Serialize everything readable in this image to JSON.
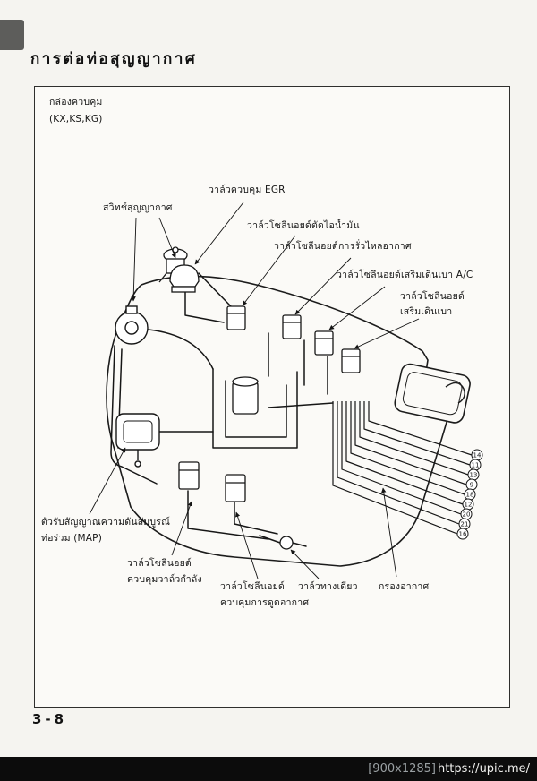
{
  "page": {
    "title": "การต่อท่อสุญญากาศ",
    "page_number": "3-8",
    "watermark": {
      "size_tag": "[900x1285]",
      "url": "https://upic.me/"
    }
  },
  "diagram": {
    "control_box_line1": "กล่องควบคุม",
    "control_box_line2": "(KX,KS,KG)",
    "labels": {
      "vacuum_switch": "สวิทช์สุญญากาศ",
      "egr_valve": "วาล์วควบคุม EGR",
      "fuel_cut_solenoid": "วาล์วโซลีนอยด์ตัดไอน้ำมัน",
      "air_leak_solenoid": "วาล์วโซลีนอยด์การรั่วไหลอากาศ",
      "idle_boost_ac_solenoid": "วาล์วโซลีนอยด์เสริมเดินเบา A/C",
      "idle_boost_solenoid_line1": "วาล์วโซลีนอยด์",
      "idle_boost_solenoid_line2": "เสริมเดินเบา",
      "map_sensor_line1": "ตัวรับสัญญาณความดันสัมบูรณ์",
      "map_sensor_line2": "ท่อร่วม (MAP)",
      "power_valve_solenoid_line1": "วาล์วโซลีนอยด์",
      "power_valve_solenoid_line2": "ควบคุมวาล์วกำลัง",
      "air_suction_solenoid_line1": "วาล์วโซลีนอยด์",
      "air_suction_solenoid_line2": "ควบคุมการดูดอากาศ",
      "one_way_valve": "วาล์วทางเดียว",
      "air_filter": "กรองอากาศ"
    },
    "port_numbers": [
      "14",
      "11",
      "13",
      "9",
      "18",
      "12",
      "20",
      "21",
      "16"
    ]
  }
}
